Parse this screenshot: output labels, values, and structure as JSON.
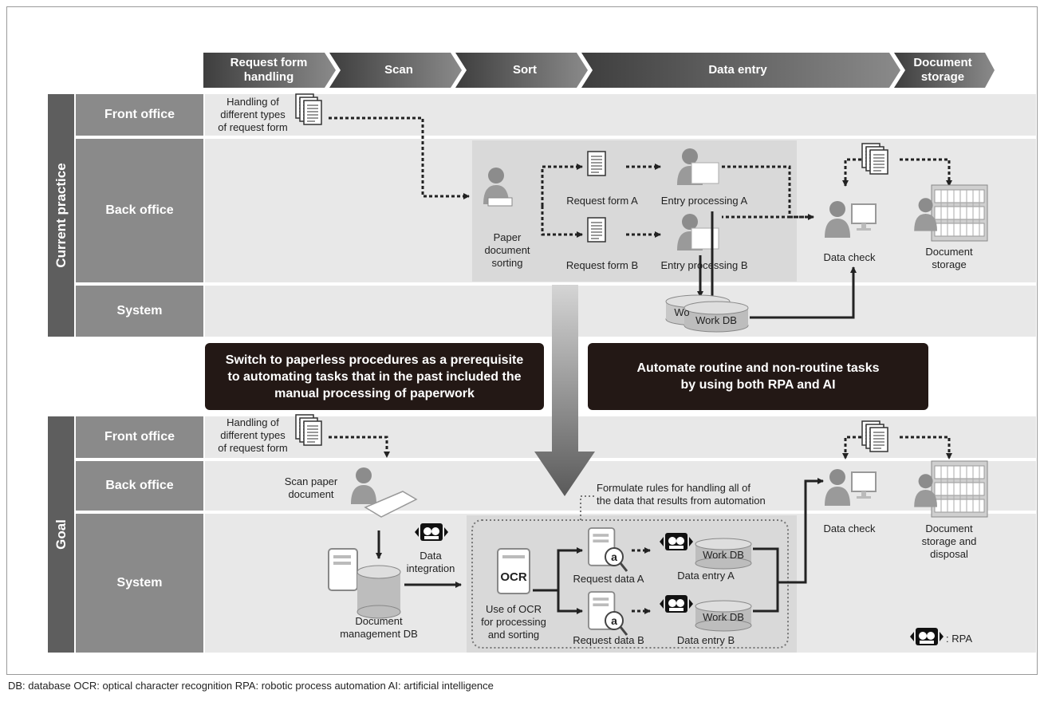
{
  "phases": [
    "Request form\nhandling",
    "Scan",
    "Sort",
    "Data entry",
    "Document\nstorage"
  ],
  "sections": {
    "current": "Current practice",
    "goal": "Goal"
  },
  "lanes": {
    "front": "Front office",
    "back": "Back office",
    "system": "System"
  },
  "current": {
    "handling": "Handling of\ndifferent types\nof request form",
    "paper_sorting": "Paper\ndocument\nsorting",
    "request_form_a": "Request form A",
    "request_form_b": "Request form B",
    "entry_a": "Entry processing A",
    "entry_b": "Entry processing B",
    "data_check": "Data check",
    "doc_storage": "Document\nstorage",
    "work_db_back": "Wo",
    "work_db": "Work DB"
  },
  "messages": {
    "left": "Switch to paperless procedures as a prerequisite\nto automating tasks that in the past included the\nmanual processing of paperwork",
    "right": "Automate routine and non-routine tasks\nby using both RPA and AI"
  },
  "goal": {
    "handling": "Handling of\ndifferent types\nof request form",
    "scan": "Scan paper\ndocument",
    "rules": "Formulate rules for handling all of\nthe data that results from automation",
    "doc_db": "Document\nmanagement DB",
    "data_integration": "Data\nintegration",
    "ocr_label": "OCR",
    "ocr_desc": "Use of OCR\nfor processing\nand sorting",
    "request_data_a": "Request data A",
    "request_data_b": "Request data B",
    "entry_a": "Data entry A",
    "entry_b": "Data entry B",
    "work_db_a": "Work DB",
    "work_db_b": "Work DB",
    "data_check": "Data check",
    "doc_storage": "Document\nstorage and\ndisposal",
    "rpa_legend": ": RPA",
    "magnifier_letter": "a"
  },
  "footnote": "DB: database   OCR: optical character recognition   RPA: robotic process automation   AI: artificial intelligence",
  "colors": {
    "lane": "#e8e8e8",
    "process_area": "#d9d9d9",
    "label": "#8a8a8a",
    "section": "#5e5e5e",
    "message": "#231815"
  }
}
